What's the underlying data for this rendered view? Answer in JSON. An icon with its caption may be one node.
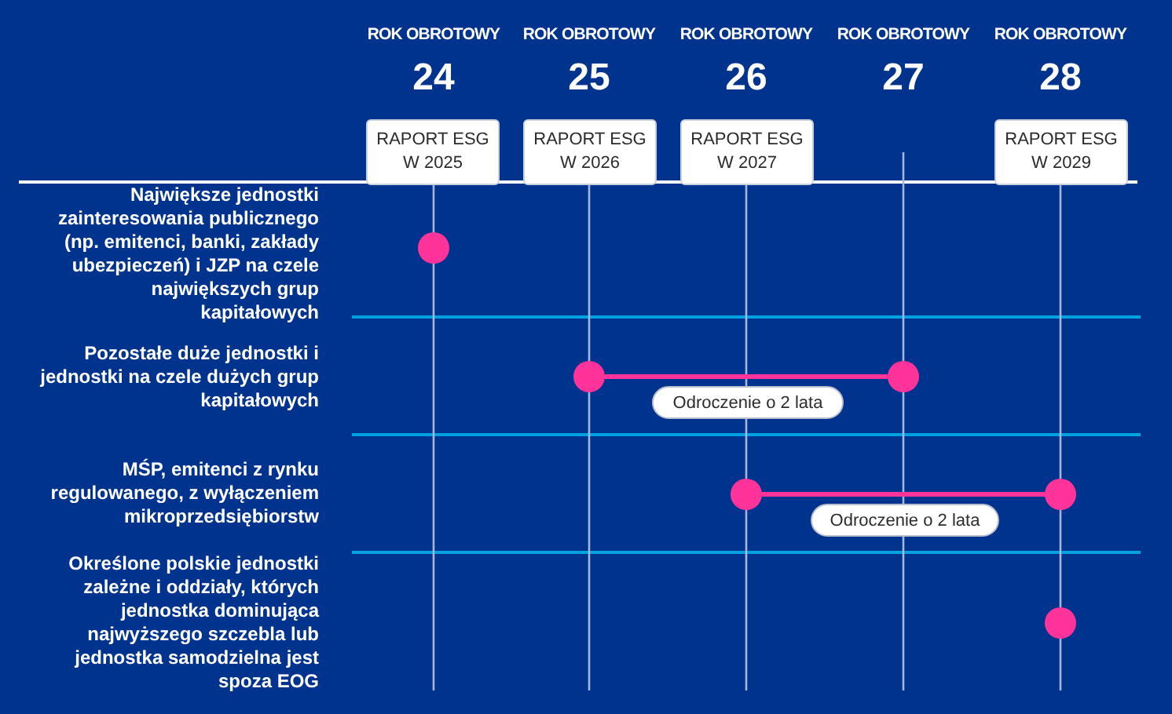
{
  "diagram": {
    "nodes": [
      {
        "text": [
          "RAPORT ESG W 2025"
        ]
      },
      {
        "text": [
          "RAPORT ESG W 2026"
        ]
      },
      {
        "text": [
          "RAPORT ESG W 2027"
        ]
      },
      {
        "text": [
          "RAPORT ESG W 2029"
        ]
      },
      {
        "text": [],
        "shape": "circle"
      },
      {
        "text": [],
        "shape": "circle"
      },
      {
        "text": [],
        "shape": "circle"
      },
      {
        "text": [
          "Odroczenie o 2 lata"
        ]
      },
      {
        "text": [],
        "shape": "circle"
      },
      {
        "text": [],
        "shape": "circle"
      },
      {
        "text": [
          "Odroczenie o 2 lata"
        ]
      },
      {
        "text": [],
        "shape": "circle"
      }
    ],
    "edges": [
      {
        "from": 5,
        "to": 6,
        "arrow": "none"
      },
      {
        "from": 8,
        "to": 9,
        "arrow": "none"
      }
    ],
    "labels": [
      "ROK OBROTOWY",
      "ROK OBROTOWY",
      "ROK OBROTOWY",
      "ROK OBROTOWY",
      "ROK OBROTOWY",
      "24",
      "25",
      "26",
      "27",
      "28",
      "Największe jednostki zainteresowania publicznego (np. emitenci, banki, zakłady ubezpieczeń) i JZP na czele największych grup kapitałowych",
      "Pozostałe duże jednostki i jednostki na czele dużych grup kapitałowych",
      "MŚP, emitenci z rynku regulowanego, z wyłączeniem mikroprzedsiębiorstw",
      "Określone polskie jednostki zależne i oddziały, których jednostka dominująca najwyższego szczebla lub jednostka samodzielna jest spoza EOG"
    ]
  }
}
